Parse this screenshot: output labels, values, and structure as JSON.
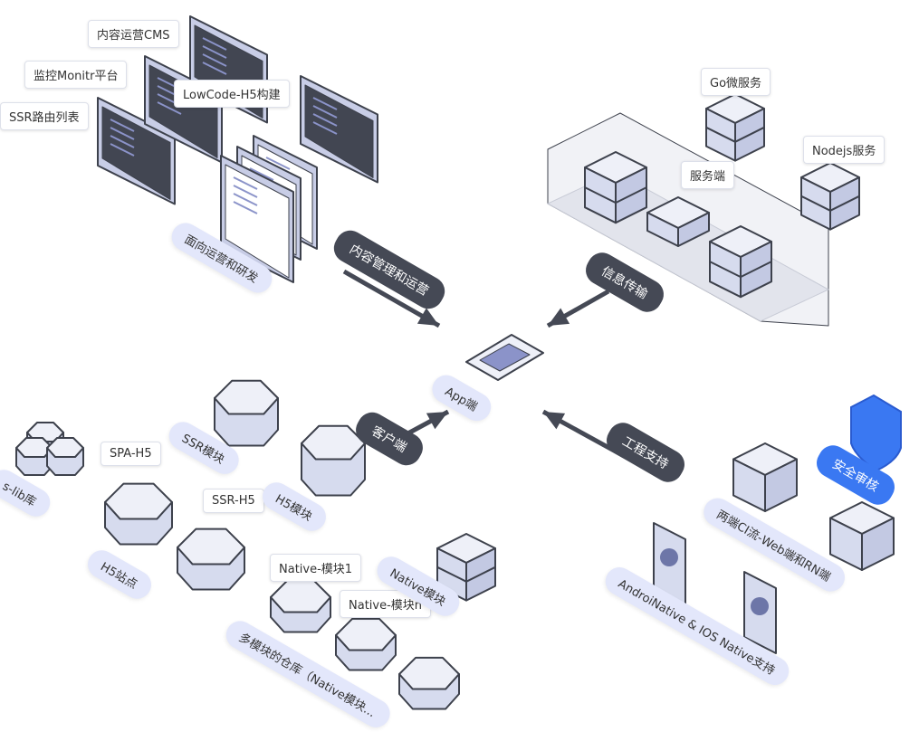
{
  "callouts": {
    "cms": "内容运营CMS",
    "monitor": "监控Monitr平台",
    "ssr_routes": "SSR路由列表",
    "lowcode": "LowCode-H5构建",
    "go_service": "Go微服务",
    "node_service": "Nodejs服务",
    "server": "服务端",
    "spa_h5": "SPA-H5",
    "ssr_h5": "SSR-H5",
    "native_module_1": "Native-模块1",
    "native_module_n": "Native-模块n"
  },
  "pills": {
    "ops_dev": "面向运营和研发",
    "content_mgmt": "内容管理和运营",
    "info_transfer": "信息传输",
    "app": "App端",
    "client": "客户端",
    "engineering": "工程支持",
    "security": "安全审核",
    "ssr_module": "SSR模块",
    "h5_module": "H5模块",
    "lib": "s-lib库",
    "h5_site": "H5站点",
    "native_module": "Native模块",
    "multi_repo": "多模块的仓库（Native模块...",
    "ci": "两端CI流-Web端和RN端",
    "native_support": "AndroiNative & IOS Native支持"
  },
  "colors": {
    "dark": "#454955",
    "light": "#e3e7fb",
    "blue": "#3a78f2",
    "face_top": "#eef0f8",
    "face_left": "#d6dbee",
    "face_right": "#c3c9e3",
    "stroke": "#3d414c"
  }
}
